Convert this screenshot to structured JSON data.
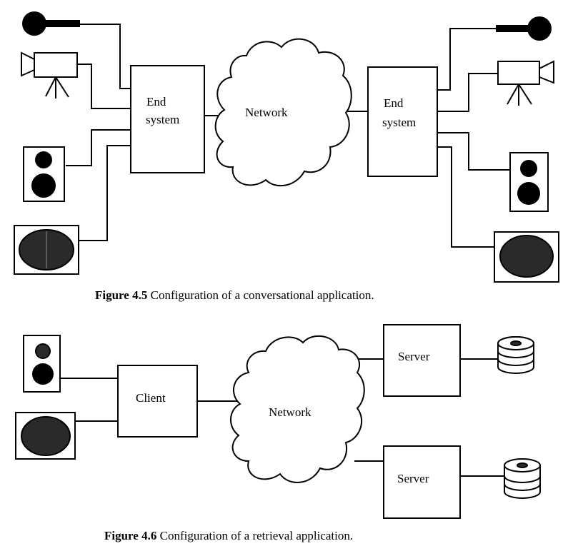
{
  "figure_4_5": {
    "left_box_label": [
      "End",
      "system"
    ],
    "right_box_label": [
      "End",
      "system"
    ],
    "network_label": "Network",
    "caption_number": "Figure 4.5",
    "caption_text": " Configuration of a conversational application.",
    "devices": [
      "microphone-icon",
      "camera-icon",
      "speaker-icon",
      "monitor-icon"
    ]
  },
  "figure_4_6": {
    "client_label": "Client",
    "network_label": "Network",
    "server_top_label": "Server",
    "server_bottom_label": "Server",
    "caption_number": "Figure 4.6",
    "caption_text": " Configuration of a retrieval application.",
    "devices": [
      "speaker-icon",
      "monitor-icon",
      "disk-stack-icon"
    ]
  }
}
